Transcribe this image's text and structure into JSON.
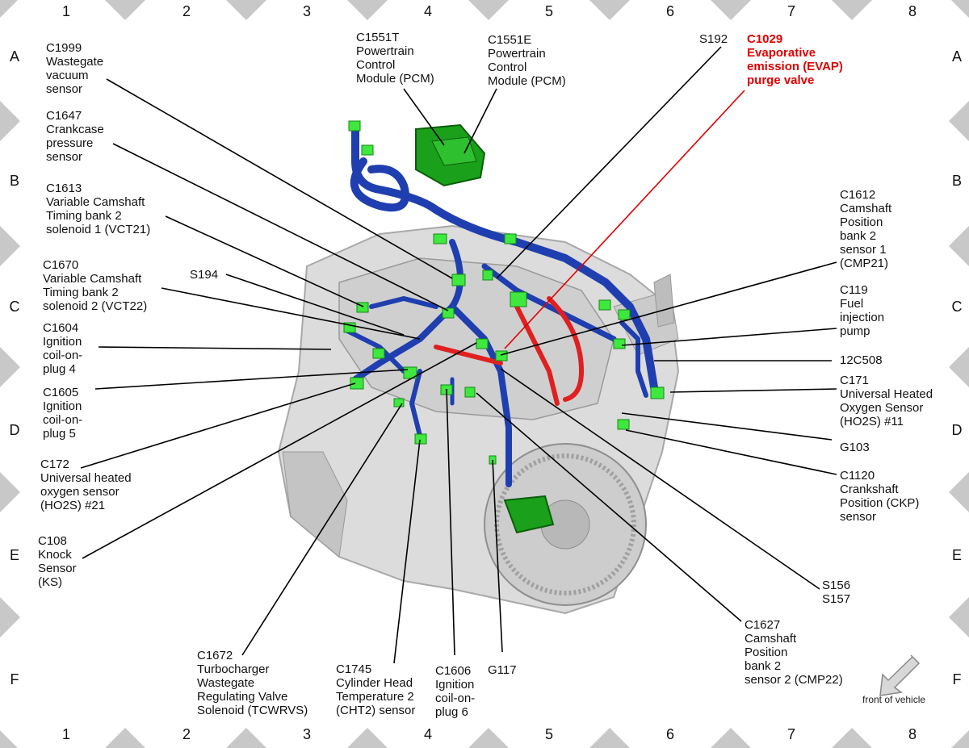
{
  "grid": {
    "columns": [
      "1",
      "2",
      "3",
      "4",
      "5",
      "6",
      "7",
      "8"
    ],
    "rows": [
      "A",
      "B",
      "C",
      "D",
      "E",
      "F"
    ]
  },
  "callouts": {
    "c1999": [
      "C1999",
      "Wastegate",
      "vacuum",
      "sensor"
    ],
    "c1551t": [
      "C1551T",
      "Powertrain",
      "Control",
      "Module (PCM)"
    ],
    "c1551e": [
      "C1551E",
      "Powertrain",
      "Control",
      "Module (PCM)"
    ],
    "s192": [
      "S192"
    ],
    "c1029": [
      "C1029",
      "Evaporative",
      "emission (EVAP)",
      "purge valve"
    ],
    "c1647": [
      "C1647",
      "Crankcase",
      "pressure",
      "sensor"
    ],
    "c1613": [
      "C1613",
      "Variable Camshaft",
      "Timing bank 2",
      "solenoid 1 (VCT21)"
    ],
    "c1612": [
      "C1612",
      "Camshaft",
      "Position",
      "bank 2",
      "sensor 1",
      "(CMP21)"
    ],
    "c1670": [
      "C1670",
      "Variable Camshaft",
      "Timing bank 2",
      "solenoid 2 (VCT22)"
    ],
    "s194": [
      "S194"
    ],
    "c119": [
      "C119",
      "Fuel",
      "injection",
      "pump"
    ],
    "c1604": [
      "C1604",
      "Ignition",
      "coil-on-",
      "plug 4"
    ],
    "w12c508": [
      "12C508"
    ],
    "c171": [
      "C171",
      "Universal Heated",
      "Oxygen Sensor",
      "(HO2S) #11"
    ],
    "c1605": [
      "C1605",
      "Ignition",
      "coil-on-",
      "plug 5"
    ],
    "g103": [
      "G103"
    ],
    "c172": [
      "C172",
      "Universal heated",
      "oxygen sensor",
      "(HO2S) #21"
    ],
    "c1120": [
      "C1120",
      "Crankshaft",
      "Position (CKP)",
      "sensor"
    ],
    "c108": [
      "C108",
      "Knock",
      "Sensor",
      "(KS)"
    ],
    "s156": [
      "S156",
      "S157"
    ],
    "c1627": [
      "C1627",
      "Camshaft",
      "Position",
      "bank 2",
      "sensor 2 (CMP22)"
    ],
    "c1672": [
      "C1672",
      "Turbocharger",
      "Wastegate",
      "Regulating Valve",
      "Solenoid (TCWRVS)"
    ],
    "c1745": [
      "C1745",
      "Cylinder Head",
      "Temperature 2",
      "(CHT2) sensor"
    ],
    "c1606": [
      "C1606",
      "Ignition",
      "coil-on-",
      "plug 6"
    ],
    "g117": [
      "G117"
    ]
  },
  "front_of_vehicle": "front of vehicle",
  "colors": {
    "harness": "#1f3fb0",
    "connector": "#3ee83e",
    "pcm": "#1a9a1a",
    "evap_line": "#e00000",
    "engine": "#d9d9d9",
    "border": "#c8c8c8"
  }
}
